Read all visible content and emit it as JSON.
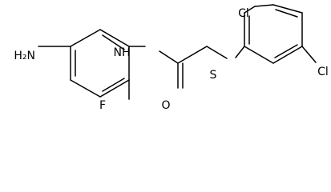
{
  "molecule": {
    "atom_labels": {
      "nh2": "H₂N",
      "nh": "NH",
      "o": "O",
      "s": "S",
      "f": "F",
      "cl_top": "Cl",
      "cl_right": "Cl"
    }
  }
}
